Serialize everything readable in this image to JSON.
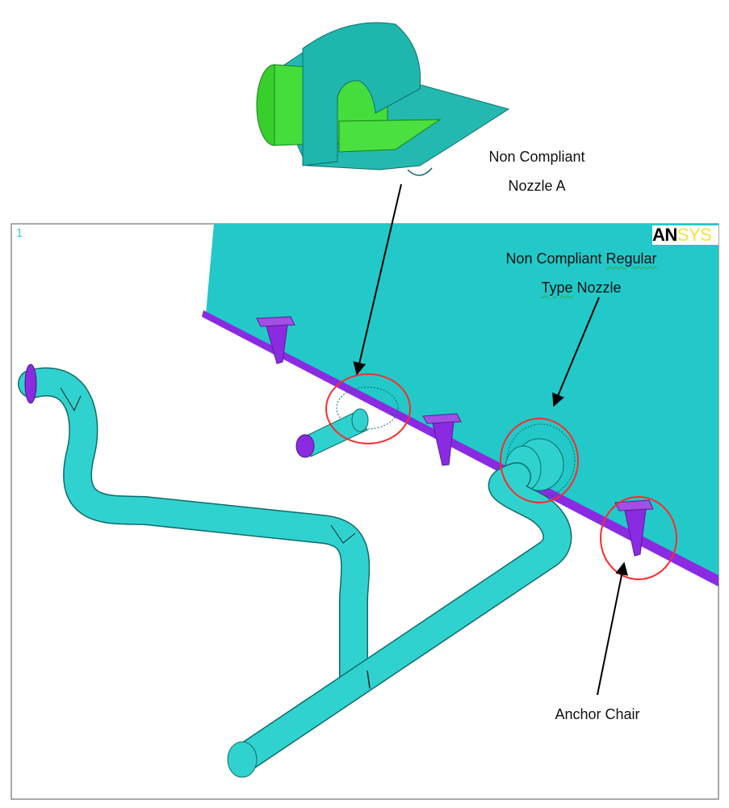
{
  "viewport": {
    "number": "1"
  },
  "logo": {
    "part1": "AN",
    "part2": "SYS"
  },
  "callouts": {
    "nozzle_a": {
      "line1": "Non Compliant",
      "line2": "Nozzle A"
    },
    "regular": {
      "line1_prefix": "Non Compliant ",
      "line1_flagged": "Regular",
      "line2_flagged": "Type",
      "line2_suffix": " Nozzle"
    },
    "anchor": {
      "text": "Anchor Chair"
    }
  },
  "colors": {
    "tank_shell": "#22c9c8",
    "pipe": "#30d2cf",
    "base_plate": "#8a2be2",
    "nozzle_barrel": "#3fe03a",
    "highlight_circle": "#ff2a2a",
    "frame": "#555555"
  }
}
